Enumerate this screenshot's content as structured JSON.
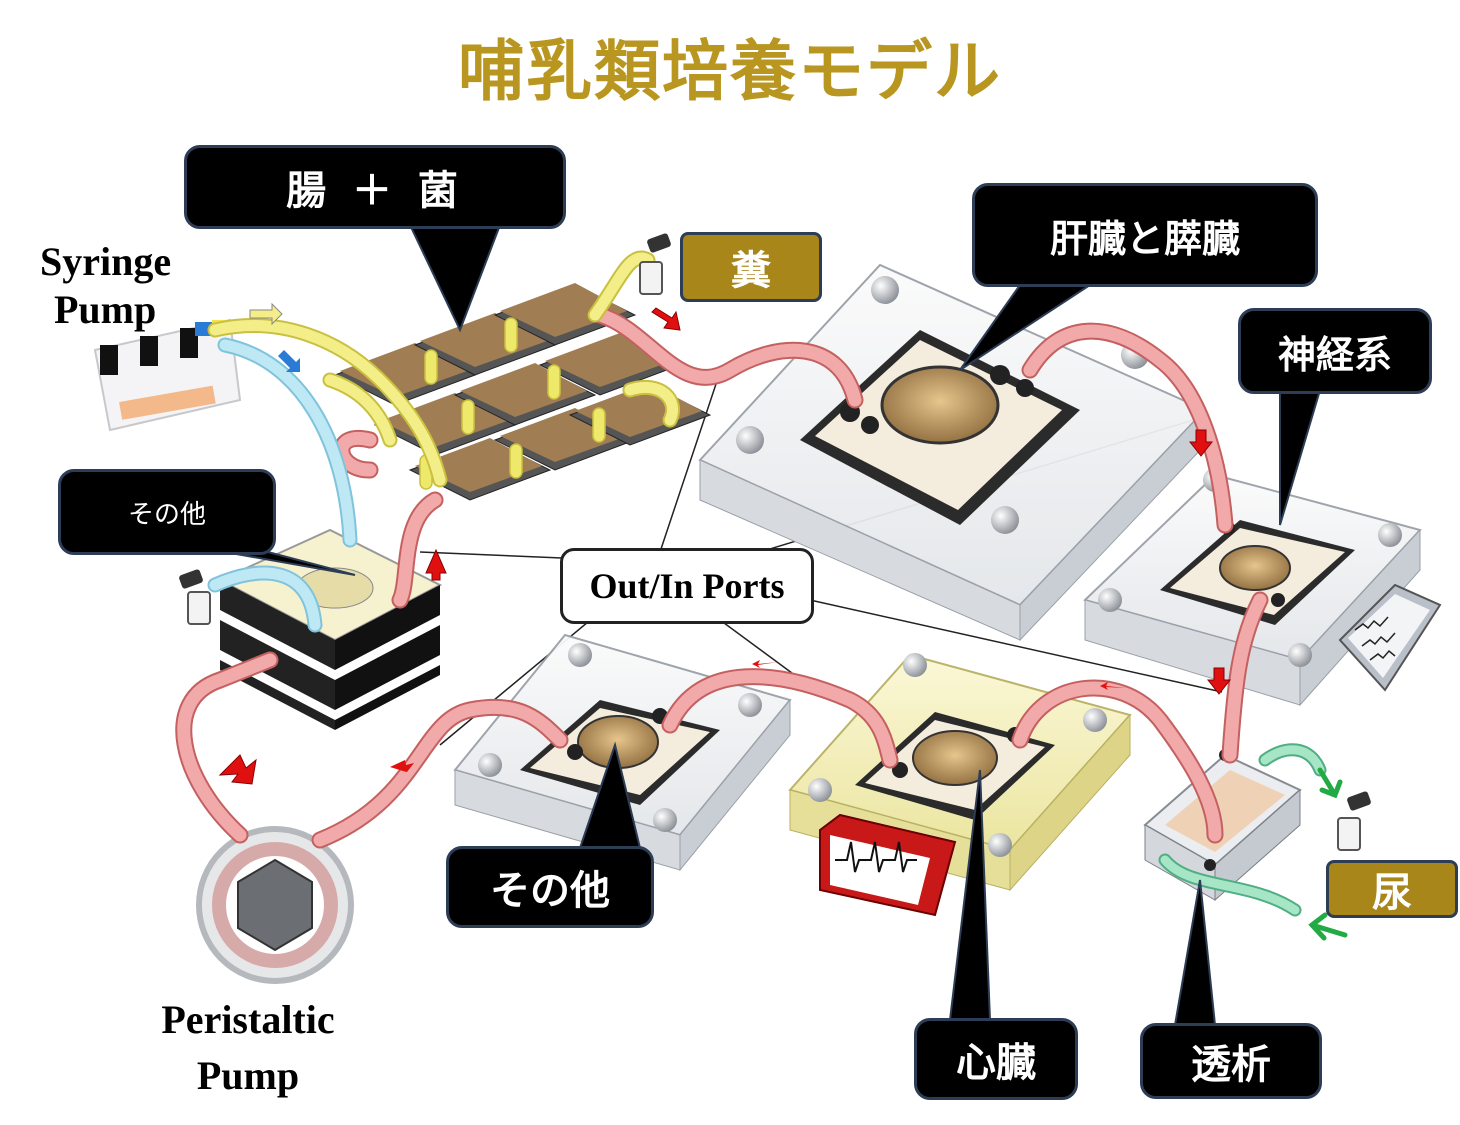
{
  "title": "哺乳類培養モデル",
  "labels": {
    "syringe_pump_line1": "Syringe",
    "syringe_pump_line2": "Pump",
    "peristaltic_pump_line1": "Peristaltic",
    "peristaltic_pump_line2": "Pump",
    "ports": "Out/In Ports"
  },
  "callouts": {
    "gut_bacteria": "腸 ＋ 菌",
    "liver_pancreas": "肝臓と膵臓",
    "nervous": "神経系",
    "other_top": "その他",
    "other_bottom": "その他",
    "heart": "心臓",
    "dialysis": "透析"
  },
  "tags": {
    "feces": "糞",
    "urine": "尿"
  },
  "colors": {
    "title": "#b8961f",
    "gold_tag": "#a8861a",
    "tube_red": "#e88a8a",
    "tube_yellow": "#eee96a",
    "tube_blue": "#a9dcef",
    "tube_green": "#8fd9b3",
    "arrow_red": "#e01010",
    "arrow_green": "#22aa44"
  }
}
